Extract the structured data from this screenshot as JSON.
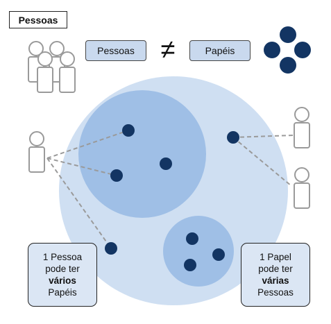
{
  "header": {
    "title": "Pessoas"
  },
  "legend": {
    "people_label": "Pessoas",
    "not_equal_symbol": "≠",
    "roles_label": "Papéis"
  },
  "notes": {
    "left": {
      "line1": "1 Pessoa",
      "line2": "pode ter",
      "line3_bold": "vários",
      "line4": "Papéis"
    },
    "right": {
      "line1": "1 Papel",
      "line2": "pode ter",
      "line3_bold": "várias",
      "line4": "Pessoas"
    }
  },
  "colors": {
    "outer_circle": "#cfdff2",
    "inner_circle": "#9fbfe6",
    "role_dot": "#133563",
    "person_stroke": "#9a9a9a",
    "label_fill": "#c9d9ee",
    "note_fill": "#dbe6f4",
    "connector": "#9a9a9a"
  }
}
